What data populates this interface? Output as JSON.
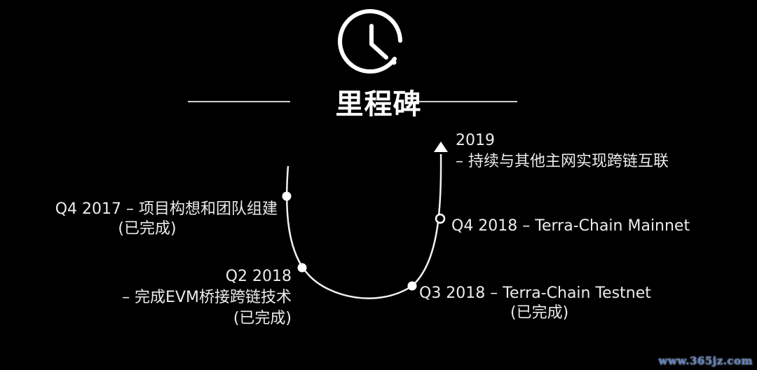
{
  "header": {
    "icon": "clock-icon",
    "title": "里程碑"
  },
  "colors": {
    "background": "#000000",
    "foreground": "#ffffff",
    "divider": "#cfcfcf",
    "watermark": "#5d7fb8"
  },
  "milestones": [
    {
      "period": "Q4 2017",
      "line1": "Q4 2017 – 项目构想和团队组建",
      "line2": "(已完成)",
      "status": "completed",
      "marker": "filled-dot"
    },
    {
      "period": "Q2 2018",
      "line1": "Q2 2018",
      "line2": "– 完成EVM桥接跨链技术",
      "line3": "(已完成)",
      "status": "completed",
      "marker": "filled-dot"
    },
    {
      "period": "Q3 2018",
      "line1": "Q3 2018 – Terra-Chain Testnet",
      "line2": "(已完成)",
      "status": "completed",
      "marker": "filled-dot"
    },
    {
      "period": "Q4 2018",
      "line1": "Q4 2018 – Terra-Chain Mainnet",
      "status": "upcoming",
      "marker": "hollow-dot"
    },
    {
      "period": "2019",
      "line1": "2019",
      "line2": "– 持续与其他主网实现跨链互联",
      "status": "future",
      "marker": "arrow-head"
    }
  ],
  "watermark": "www.365jz.com"
}
